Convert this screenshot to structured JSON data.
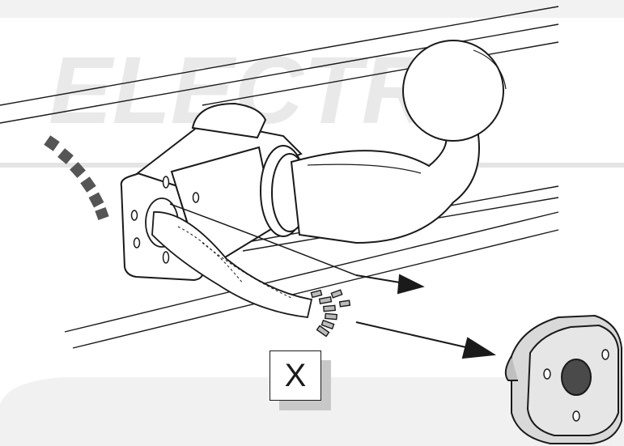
{
  "watermark": {
    "text": "ELECTRO"
  },
  "callout": {
    "label": "X"
  },
  "colors": {
    "line": "#1a1a1a",
    "watermark": "#e9e9e9",
    "background_band": "#f2f2f2",
    "socket_fill": "#d9d9d9",
    "socket_center": "#4a4a4a",
    "shadow": "#c8c8c8"
  },
  "icons": {
    "tow_hook": "tow-hook-illustration",
    "wiring_harness": "wiring-harness-illustration",
    "socket": "towbar-socket-illustration",
    "arrows": "direction-arrow-icon",
    "curved_arrow": "dashed-curved-arrow-icon"
  }
}
